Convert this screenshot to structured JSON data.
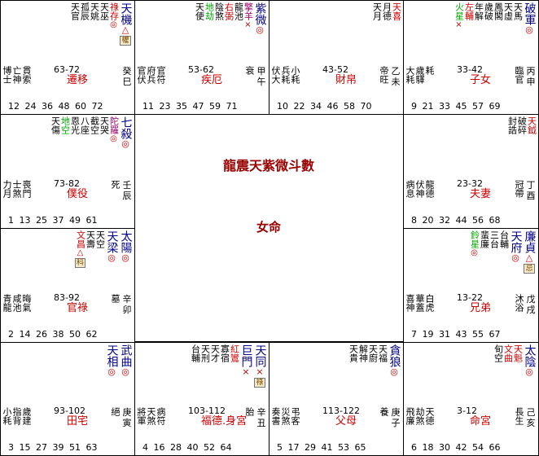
{
  "title": "龍震天紫微斗數",
  "gender": "女命",
  "palaces": [
    {
      "id": "si",
      "name": "遷移",
      "range": "63-72",
      "stem": "癸",
      "branch": "巳",
      "ages": "12 24 36 48 60 72",
      "cs": [
        "博士",
        "亡神",
        "貫索"
      ],
      "stars": [
        {
          "t": "天機",
          "c": "b",
          "major": true,
          "mk": "△",
          "box": "權"
        },
        {
          "t": "祿存",
          "c": "r",
          "mk": "◎"
        },
        {
          "t": "天巫",
          "c": "k"
        },
        {
          "t": "天姚",
          "c": "k"
        },
        {
          "t": "孤辰",
          "c": "k"
        },
        {
          "t": "天官",
          "c": "k"
        }
      ]
    },
    {
      "id": "wu",
      "name": "疾厄",
      "range": "53-62",
      "stem": "甲",
      "branch": "午",
      "ages": "11 23 35 47 59 71",
      "cs": [
        "官伏",
        "府兵",
        "官符"
      ],
      "stem2": [
        "衰"
      ],
      "stars": [
        {
          "t": "紫微",
          "c": "b",
          "major": true,
          "mk": "◎"
        },
        {
          "t": "擎羊",
          "c": "m",
          "mk": "×"
        },
        {
          "t": "龍池",
          "c": "k"
        },
        {
          "t": "右弼",
          "c": "r"
        },
        {
          "t": "陰煞",
          "c": "k"
        },
        {
          "t": "地劫",
          "c": "g"
        },
        {
          "t": "天使",
          "c": "k"
        }
      ]
    },
    {
      "id": "wei",
      "name": "財帛",
      "range": "43-52",
      "stem": "乙",
      "branch": "未",
      "ages": "10 22 34 46 58 70",
      "cs": [
        "伏大",
        "兵耗",
        "小耗"
      ],
      "stem2": [
        "帝旺"
      ],
      "stars": [
        {
          "t": "天喜",
          "c": "r"
        },
        {
          "t": "月德",
          "c": "k"
        },
        {
          "t": "天月",
          "c": "k"
        }
      ]
    },
    {
      "id": "shen",
      "name": "子女",
      "range": "33-42",
      "stem": "丙",
      "branch": "申",
      "ages": "9 21 33 45 57 69",
      "cs": [
        "大耗",
        "歲驛",
        "耗"
      ],
      "stem2": [
        "臨官"
      ],
      "stars": [
        {
          "t": "破軍",
          "c": "b",
          "major": true,
          "mk": "◎"
        },
        {
          "t": "天馬",
          "c": "k"
        },
        {
          "t": "天虛",
          "c": "k"
        },
        {
          "t": "鳳閣",
          "c": "k"
        },
        {
          "t": "歲破",
          "c": "k"
        },
        {
          "t": "年解",
          "c": "k"
        },
        {
          "t": "左輔",
          "c": "r"
        },
        {
          "t": "火星",
          "c": "g",
          "mk": "×"
        }
      ]
    },
    {
      "id": "chen",
      "name": "僕役",
      "range": "73-82",
      "stem": "壬",
      "branch": "辰",
      "ages": "1 13 25 37 49 61",
      "cs": [
        "力月",
        "士煞",
        "喪門"
      ],
      "stem2": [
        "死"
      ],
      "stars": [
        {
          "t": "七殺",
          "c": "b",
          "major": true,
          "mk": "◎"
        },
        {
          "t": "陀羅",
          "c": "m",
          "mk": "◎"
        },
        {
          "t": "天哭",
          "c": "k"
        },
        {
          "t": "截空",
          "c": "k"
        },
        {
          "t": "八座",
          "c": "k"
        },
        {
          "t": "恩光",
          "c": "k"
        },
        {
          "t": "地空",
          "c": "g"
        },
        {
          "t": "天傷",
          "c": "k"
        }
      ]
    },
    {
      "id": "you",
      "name": "夫妻",
      "range": "23-32",
      "stem": "丁",
      "branch": "酉",
      "ages": "8 20 32 44 56 68",
      "cs": [
        "病息",
        "伏神",
        "龍德"
      ],
      "stem2": [
        "冠帶"
      ],
      "stars": [
        {
          "t": "天鉞",
          "c": "r"
        },
        {
          "t": "破碎",
          "c": "k"
        },
        {
          "t": "封誥",
          "c": "k"
        }
      ]
    },
    {
      "id": "mao",
      "name": "官祿",
      "range": "83-92",
      "stem": "辛",
      "branch": "卯",
      "ages": "2 14 26 38 50 62",
      "cs": [
        "青龍",
        "咸池",
        "晦氣"
      ],
      "stem2": [
        "墓"
      ],
      "stars": [
        {
          "t": "太陽",
          "c": "b",
          "major": true,
          "mk": "◎"
        },
        {
          "t": "天梁",
          "c": "b",
          "major": true,
          "mk": "◎"
        },
        {
          "t": "天空",
          "c": "k"
        },
        {
          "t": "天壽",
          "c": "k"
        },
        {
          "t": "文昌",
          "c": "r",
          "mk": "△",
          "box": "科"
        }
      ]
    },
    {
      "id": "xu",
      "name": "兄弟",
      "range": "13-22",
      "stem": "戊",
      "branch": "戌",
      "ages": "7 19 31 43 55 67",
      "cs": [
        "喜神",
        "華蓋",
        "白虎"
      ],
      "stem2": [
        "沐浴"
      ],
      "stars": [
        {
          "t": "廉貞",
          "c": "b",
          "major": true,
          "mk": "△",
          "box": "忌"
        },
        {
          "t": "天府",
          "c": "b",
          "major": true,
          "mk": "◎"
        },
        {
          "t": "台輔",
          "c": "k"
        },
        {
          "t": "三台",
          "c": "k"
        },
        {
          "t": "蜚廉",
          "c": "k"
        },
        {
          "t": "鈴星",
          "c": "g",
          "mk": "◎"
        }
      ]
    },
    {
      "id": "yin",
      "name": "田宅",
      "range": "93-102",
      "stem": "庚",
      "branch": "寅",
      "ages": "3 15 27 39 51 63",
      "cs": [
        "小耗",
        "指背",
        "歲建"
      ],
      "stem2": [
        "絕"
      ],
      "stars": [
        {
          "t": "武曲",
          "c": "b",
          "major": true,
          "mk": "◎"
        },
        {
          "t": "天相",
          "c": "b",
          "major": true,
          "mk": "◎"
        }
      ]
    },
    {
      "id": "chou",
      "name": "福德.身宮",
      "range": "103-112",
      "stem": "辛",
      "branch": "丑",
      "ages": "4 16 28 40 52 64",
      "cs": [
        "將軍",
        "天煞",
        "病符"
      ],
      "stem2": [
        "胎"
      ],
      "stars": [
        {
          "t": "天同",
          "c": "b",
          "major": true,
          "mk": "×",
          "box": "祿"
        },
        {
          "t": "巨門",
          "c": "b",
          "major": true,
          "mk": "×"
        },
        {
          "t": "紅鸞",
          "c": "r"
        },
        {
          "t": "寡宿",
          "c": "k"
        },
        {
          "t": "天才",
          "c": "k"
        },
        {
          "t": "天刑",
          "c": "k"
        },
        {
          "t": "台輔",
          "c": "k"
        }
      ]
    },
    {
      "id": "zi",
      "name": "父母",
      "range": "113-122",
      "stem": "庚",
      "branch": "子",
      "ages": "5 17 29 41 53 65",
      "cs": [
        "奏書",
        "災煞",
        "弔客"
      ],
      "stem2": [
        "養"
      ],
      "stars": [
        {
          "t": "貪狼",
          "c": "b",
          "major": true,
          "mk": "◎"
        },
        {
          "t": "天福",
          "c": "k"
        },
        {
          "t": "天廚",
          "c": "k"
        },
        {
          "t": "解神",
          "c": "k"
        },
        {
          "t": "天貴",
          "c": "k"
        }
      ]
    },
    {
      "id": "hai",
      "name": "命宮",
      "range": "3-12",
      "stem": "己",
      "branch": "亥",
      "ages": "6 18 30 42 54 66",
      "cs": [
        "飛廉",
        "劫煞",
        "天德"
      ],
      "stem2": [
        "長生"
      ],
      "stars": [
        {
          "t": "太陰",
          "c": "b",
          "major": true,
          "mk": "◎"
        },
        {
          "t": "天魁",
          "c": "r"
        },
        {
          "t": "文曲",
          "c": "r"
        },
        {
          "t": "旬空",
          "c": "k"
        }
      ]
    }
  ]
}
